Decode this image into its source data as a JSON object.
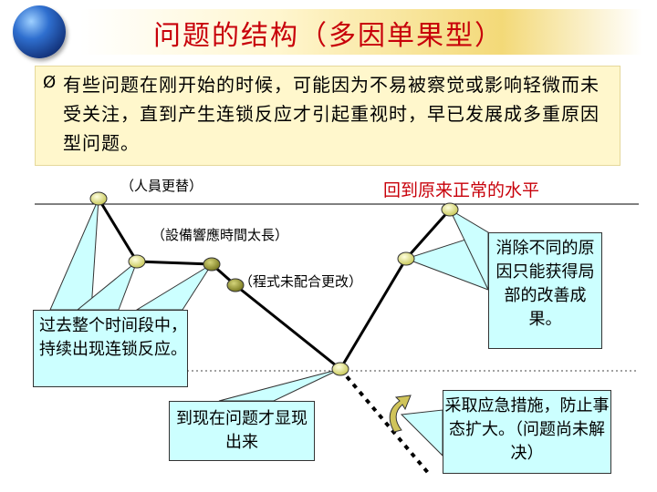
{
  "title": "问题的结构（多因单果型）",
  "intro": {
    "bullet": "Ø",
    "text": "有些问题在刚开始的时候，可能因为不易被察觉或影响轻微而未受关注，直到产生连锁反应才引起重视时，早已发展成多重原因型问题。"
  },
  "labels": {
    "personnel": "（人員更替）",
    "equipment": "（設備響應時間太長）",
    "program": "（程式未配合更改）",
    "return": "回到原来正常的水平"
  },
  "callouts": {
    "chain": "过去整个时间段中，持续出现连锁反应。",
    "surface": "到现在问题才显现出来",
    "eliminate": "消除不同的原因只能获得局部的改善成果。",
    "emergency": "采取应急措施，防止事态扩大。（问题尚未解决）"
  },
  "colors": {
    "title": "#c8000a",
    "callout_fill": "#ccffff",
    "node_fill": "#d8d870",
    "node_dark_fill": "#9a9a2a"
  }
}
